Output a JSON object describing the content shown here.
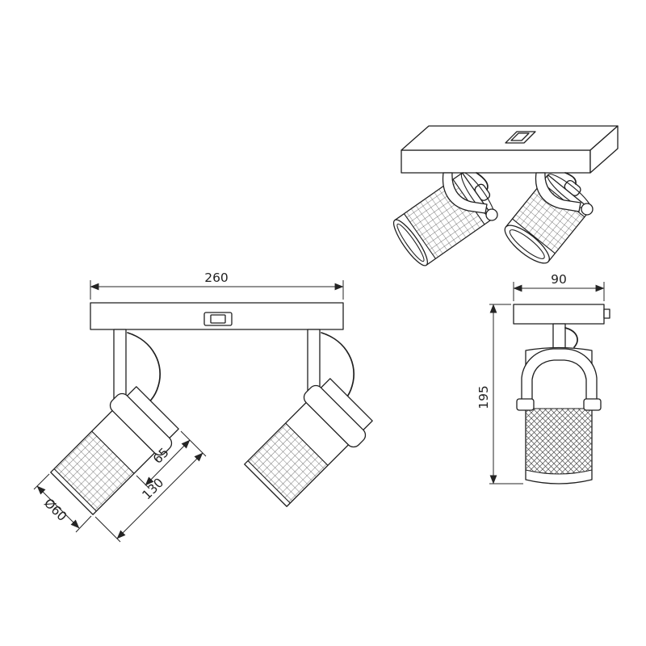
{
  "meta": {
    "background": "#ffffff",
    "line_color": "#1f1f1f",
    "dim_color": "#242424",
    "mesh_color": "#4a4a4a"
  },
  "dimensions": {
    "overall_width": "260",
    "plate_depth": "90",
    "overall_height": "195",
    "head_length": "65",
    "spot_length": "130",
    "shade_diameter": "Ø60"
  }
}
